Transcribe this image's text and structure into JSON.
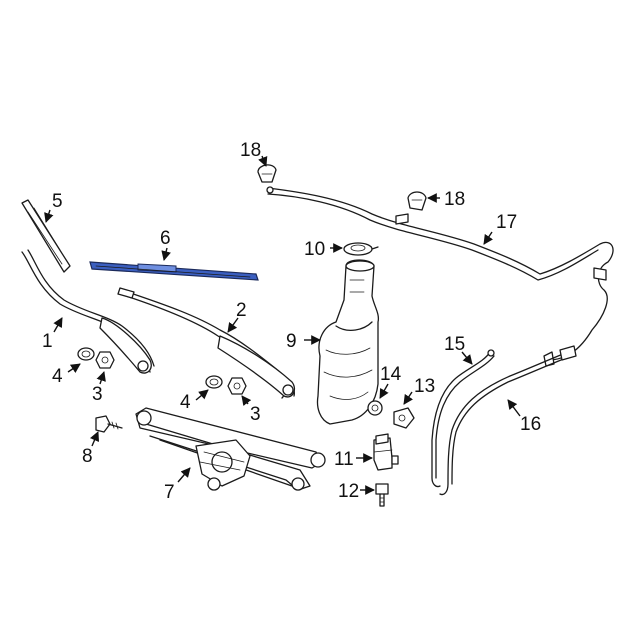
{
  "highlight_color": "#3b5fc0",
  "highlighted_part": "6",
  "callouts": {
    "c1": "1",
    "c2": "2",
    "c3a": "3",
    "c3b": "3",
    "c4a": "4",
    "c4b": "4",
    "c5": "5",
    "c6": "6",
    "c7": "7",
    "c8": "8",
    "c9": "9",
    "c10": "10",
    "c11": "11",
    "c12": "12",
    "c13": "13",
    "c14": "14",
    "c15": "15",
    "c16": "16",
    "c17": "17",
    "c18a": "18",
    "c18b": "18"
  }
}
